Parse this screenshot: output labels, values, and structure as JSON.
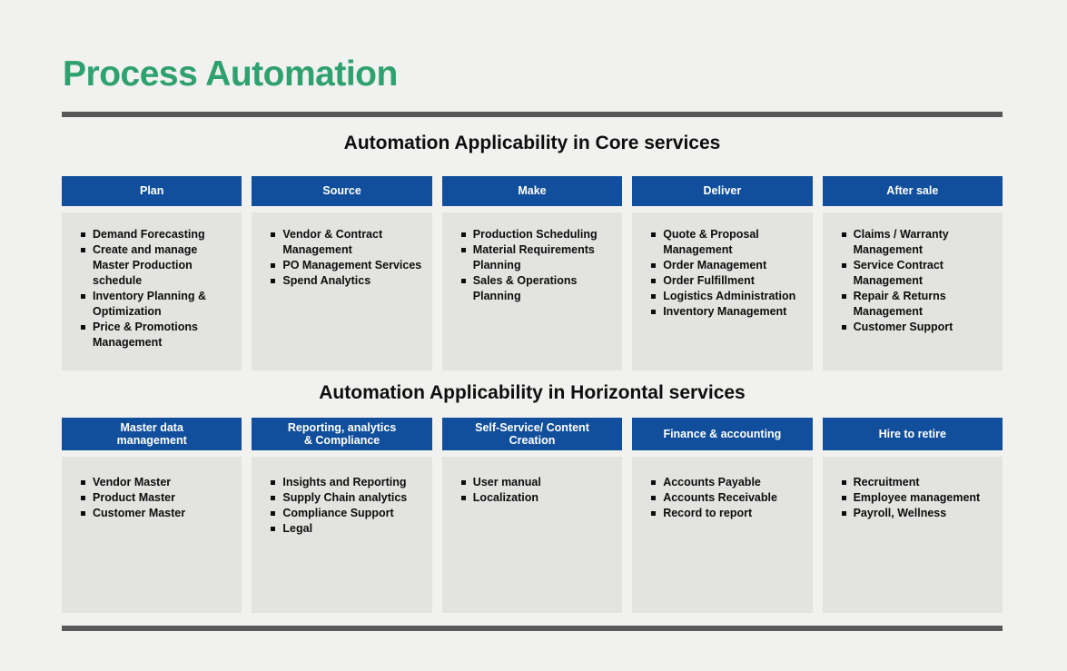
{
  "page": {
    "title": "Process Automation",
    "title_color": "#2ea16f",
    "accent_blue": "#114f9c",
    "rule_color": "#585858",
    "box_gray": "#e3e3e1",
    "background": "#f1f1ef"
  },
  "sections": [
    {
      "heading": "Automation Applicability in Core services",
      "columns": [
        {
          "header": "Plan",
          "items": [
            "Demand Forecasting",
            "Create and manage Master Production schedule",
            "Inventory Planning & Optimization",
            "Price & Promotions Management"
          ]
        },
        {
          "header": "Source",
          "items": [
            "Vendor & Contract Management",
            "PO Management Services",
            "Spend Analytics"
          ]
        },
        {
          "header": "Make",
          "items": [
            "Production Scheduling",
            "Material Requirements Planning",
            "Sales & Operations Planning"
          ]
        },
        {
          "header": "Deliver",
          "items": [
            "Quote & Proposal Management",
            "Order Management",
            "Order Fulfillment",
            "Logistics Administration",
            "Inventory Management"
          ]
        },
        {
          "header": "After sale",
          "items": [
            "Claims / Warranty Management",
            "Service Contract Management",
            "Repair & Returns Management",
            "Customer Support"
          ]
        }
      ]
    },
    {
      "heading": "Automation Applicability in Horizontal services",
      "columns": [
        {
          "header": "Master data\nmanagement",
          "items": [
            "Vendor Master",
            "Product Master",
            "Customer Master"
          ]
        },
        {
          "header": "Reporting, analytics\n& Compliance",
          "items": [
            "Insights and Reporting",
            "Supply Chain analytics",
            "Compliance Support",
            "Legal"
          ]
        },
        {
          "header": "Self-Service/ Content\nCreation",
          "items": [
            "User manual",
            "Localization"
          ]
        },
        {
          "header": "Finance & accounting",
          "items": [
            "Accounts Payable",
            "Accounts Receivable",
            "Record to report"
          ]
        },
        {
          "header": "Hire to retire",
          "items": [
            "Recruitment",
            "Employee management",
            "Payroll, Wellness"
          ]
        }
      ]
    }
  ]
}
